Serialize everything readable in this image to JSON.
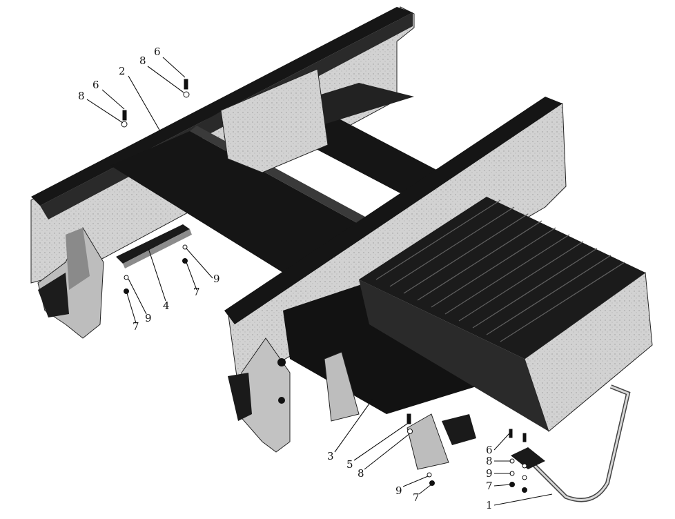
{
  "callouts": [
    {
      "id": "c6a",
      "text": "6"
    },
    {
      "id": "c8a",
      "text": "8"
    },
    {
      "id": "c2",
      "text": "2"
    },
    {
      "id": "c6b",
      "text": "6"
    },
    {
      "id": "c8b",
      "text": "8"
    },
    {
      "id": "c9a",
      "text": "9"
    },
    {
      "id": "c7a",
      "text": "7"
    },
    {
      "id": "c4",
      "text": "4"
    },
    {
      "id": "c9b",
      "text": "9"
    },
    {
      "id": "c7b",
      "text": "7"
    },
    {
      "id": "c3",
      "text": "3"
    },
    {
      "id": "c5",
      "text": "5"
    },
    {
      "id": "c8c",
      "text": "8"
    },
    {
      "id": "c9c",
      "text": "9"
    },
    {
      "id": "c7c",
      "text": "7"
    },
    {
      "id": "c6c",
      "text": "6"
    },
    {
      "id": "c8d",
      "text": "8"
    },
    {
      "id": "c9d",
      "text": "9"
    },
    {
      "id": "c7d",
      "text": "7"
    },
    {
      "id": "c1",
      "text": "1"
    }
  ],
  "colors": {
    "ink": "#111111",
    "frame_light": "#cfcfcf",
    "frame_mid": "#a9a9a9",
    "dark": "#1a1a1a"
  }
}
